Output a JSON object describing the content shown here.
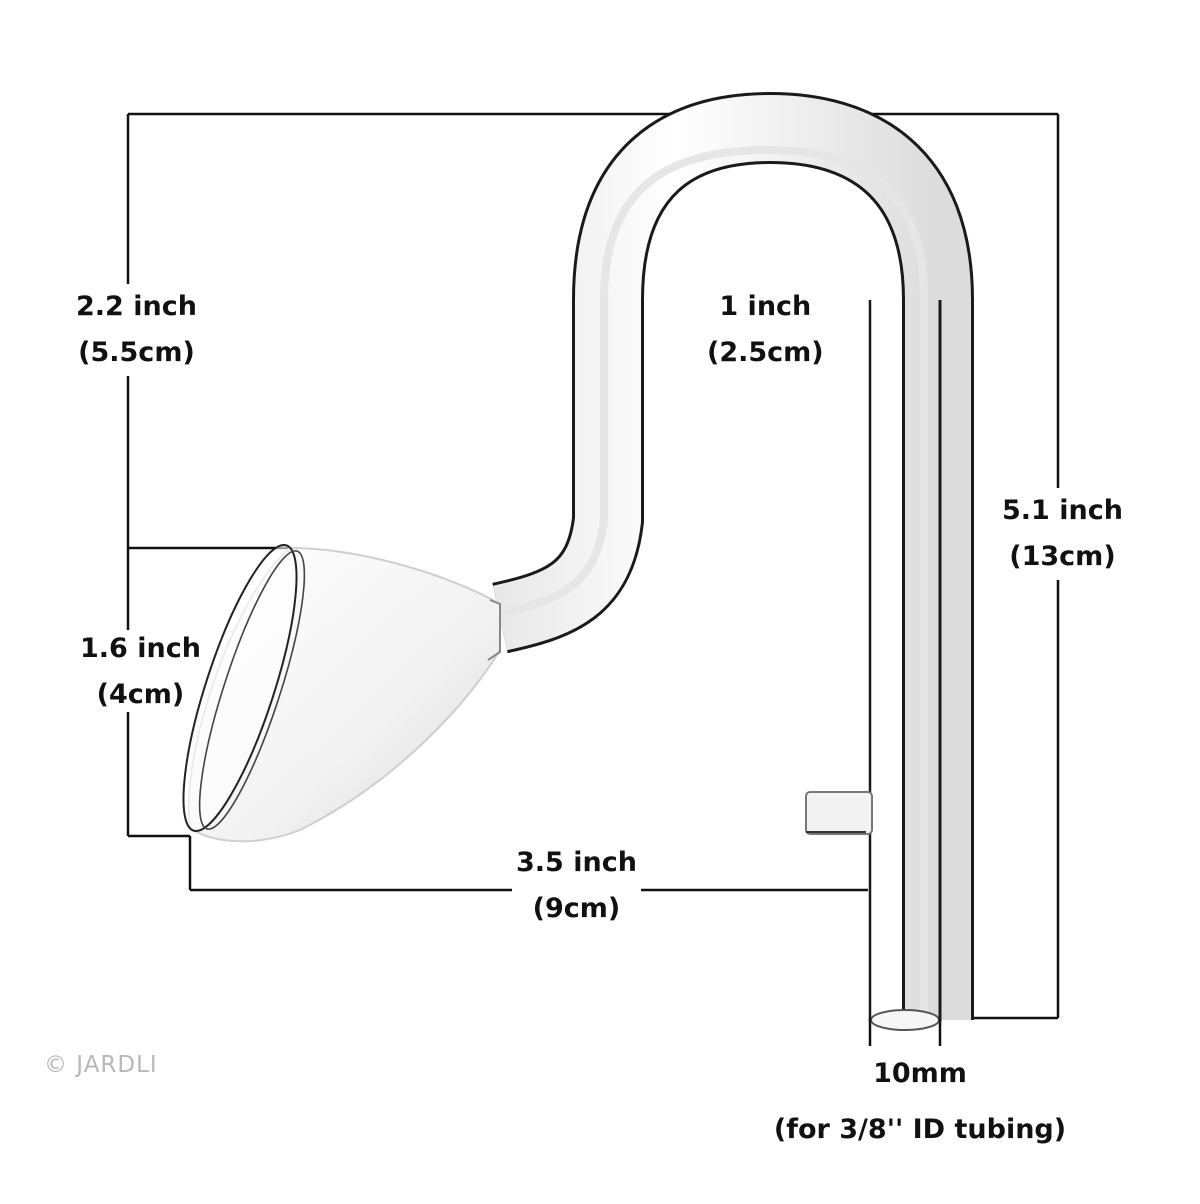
{
  "diagram": {
    "subject": "glass lily pipe outflow",
    "colors": {
      "background": "#ffffff",
      "dimension_line": "#111111",
      "text": "#111111",
      "glass_outline": "#1a1a1a",
      "glass_fill": "#f4f4f4",
      "watermark": "#b8b8b8"
    },
    "dimensions": {
      "top_height": {
        "line1": "2.2 inch",
        "line2": "(5.5cm)"
      },
      "bend_width": {
        "line1": "1 inch",
        "line2": "(2.5cm)"
      },
      "total_height": {
        "line1": "5.1 inch",
        "line2": "(13cm)"
      },
      "mouth_height": {
        "line1": "1.6 inch",
        "line2": "(4cm)"
      },
      "total_width": {
        "line1": "3.5 inch",
        "line2": "(9cm)"
      },
      "tube_diameter": {
        "line1": "10mm",
        "line2": "(for 3/8'' ID tubing)"
      }
    },
    "watermark": "© JARDLI"
  }
}
